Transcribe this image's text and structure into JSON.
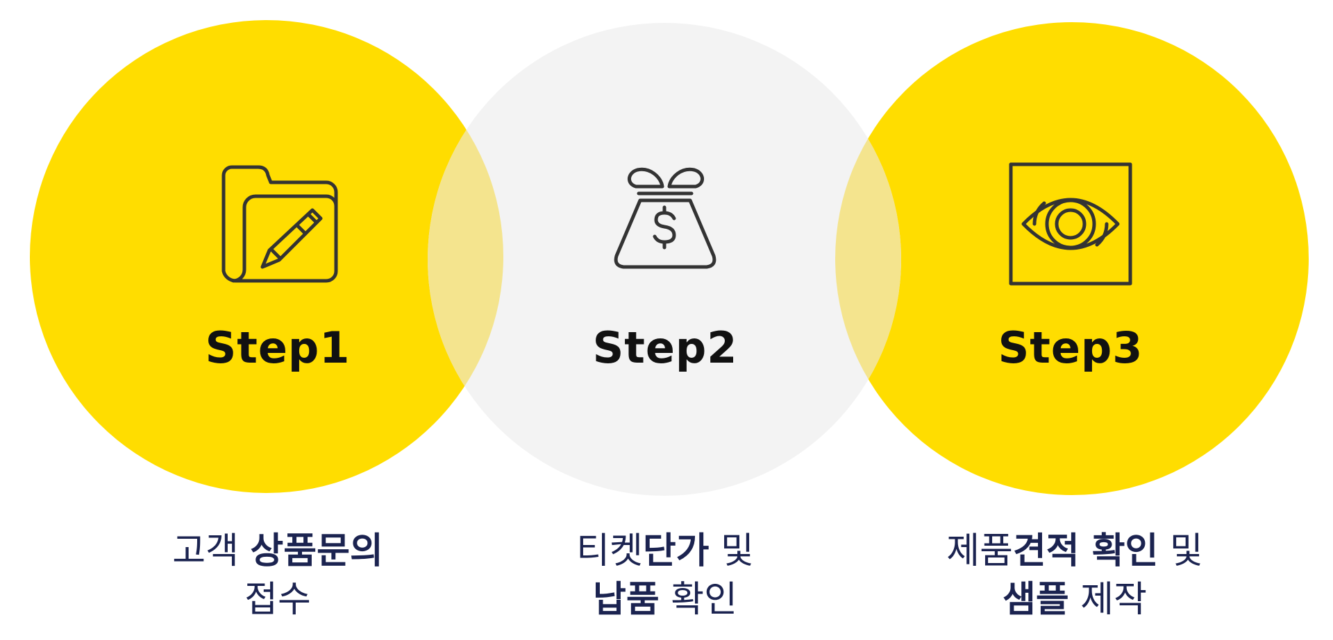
{
  "colors": {
    "yellow": "#FFDD00",
    "light_gray": "#F3F3F3",
    "overlap": "#F4E48E",
    "icon_stroke": "#333333",
    "title_text": "#111111",
    "caption_text": "#1B2350"
  },
  "steps": [
    {
      "title": "Step1",
      "icon": "folder-pencil-icon",
      "caption": {
        "line1": [
          {
            "text": "고객 ",
            "bold": false
          },
          {
            "text": "상품문의",
            "bold": true
          }
        ],
        "line2": [
          {
            "text": "접수",
            "bold": false
          }
        ]
      }
    },
    {
      "title": "Step2",
      "icon": "money-bag-icon",
      "caption": {
        "line1": [
          {
            "text": "티켓",
            "bold": false
          },
          {
            "text": "단가",
            "bold": true
          },
          {
            "text": " 및",
            "bold": false
          }
        ],
        "line2": [
          {
            "text": "납품",
            "bold": true
          },
          {
            "text": " 확인",
            "bold": false
          }
        ]
      }
    },
    {
      "title": "Step3",
      "icon": "eye-frame-icon",
      "caption": {
        "line1": [
          {
            "text": "제품",
            "bold": false
          },
          {
            "text": "견적 확인",
            "bold": true
          },
          {
            "text": " 및",
            "bold": false
          }
        ],
        "line2": [
          {
            "text": "샘플",
            "bold": true
          },
          {
            "text": " 제작",
            "bold": false
          }
        ]
      }
    }
  ]
}
